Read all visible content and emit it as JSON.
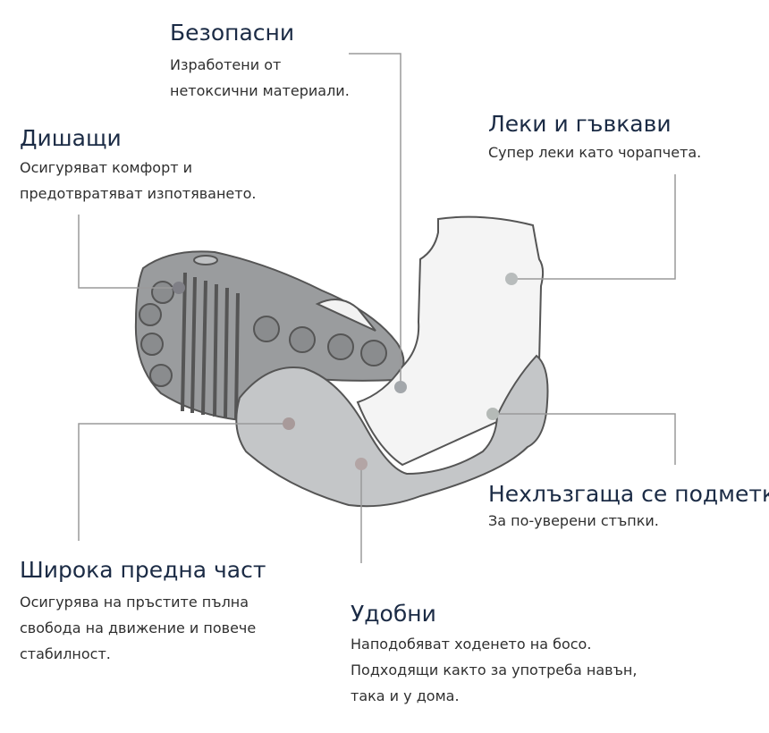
{
  "features": {
    "safe": {
      "title": "Безопасни",
      "lines": [
        "Изработени от",
        "нетоксични материали."
      ]
    },
    "breathable": {
      "title": "Дишащи",
      "lines": [
        "Осигуряват комфорт и",
        "предотвратяват изпотяването."
      ]
    },
    "light": {
      "title": "Леки и гъвкави",
      "lines": [
        "Супер леки като чорапчета."
      ]
    },
    "nonslip": {
      "title": "Нехлъзгаща се подметка",
      "lines": [
        "За по-уверени стъпки."
      ]
    },
    "wide_toe": {
      "title": "Широка предна част",
      "lines": [
        "Осигурява на пръстите пълна",
        "свобода на движение и повече",
        "стабилност."
      ]
    },
    "comfortable": {
      "title": "Удобни",
      "lines": [
        "Наподобяват ходенето на босо.",
        "Подходящи както за употреба навън,",
        "така и у дома."
      ]
    }
  },
  "colors": {
    "title": "#1b2b45",
    "line": "#9a9a9a",
    "dot_gray": "#a3a7ab",
    "dot_rose": "#b3a5a5"
  }
}
